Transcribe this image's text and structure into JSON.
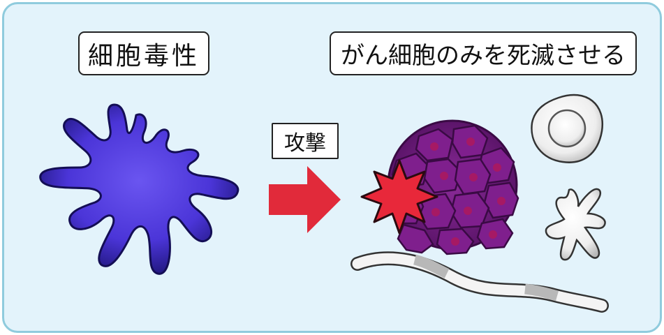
{
  "labels": {
    "cytotoxic": "細胞毒性",
    "kill_only_cancer": "がん細胞のみを死滅させる",
    "attack": "攻撃"
  },
  "colors": {
    "panel_bg": "#e3f3fb",
    "panel_border": "#8fcbdd",
    "killer_cell": "#4b35d8",
    "arrow": "#e12a3a",
    "cancer_cell": "#7a1a86",
    "burst": "#e8283a",
    "healthy_cells": "#f2f2f2"
  },
  "icons": [
    "killer-cell-icon",
    "attack-arrow-icon",
    "cancer-cell-cluster-icon",
    "impact-burst-icon",
    "healthy-round-cell-icon",
    "healthy-star-cell-icon",
    "healthy-strand-cell-icon"
  ]
}
